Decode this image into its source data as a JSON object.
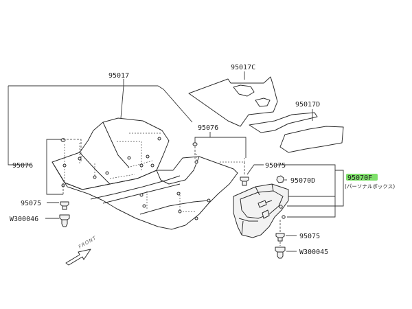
{
  "labels": {
    "p95017": "95017",
    "p95017C": "95017C",
    "p95017D": "95017D",
    "p95076_top": "95076",
    "p95076_left": "95076",
    "p95075_left": "95075",
    "pW300046": "W300046",
    "p95075_mid": "95075",
    "p95070D": "95070D",
    "p95070F": "95070F",
    "p95070F_sub": "(パーソナルボックス)",
    "p95075_right": "95075",
    "pW300045": "W300045",
    "front": "FRONT"
  },
  "colors": {
    "highlight": "#7ee06a",
    "line": "#2a2a2a"
  }
}
